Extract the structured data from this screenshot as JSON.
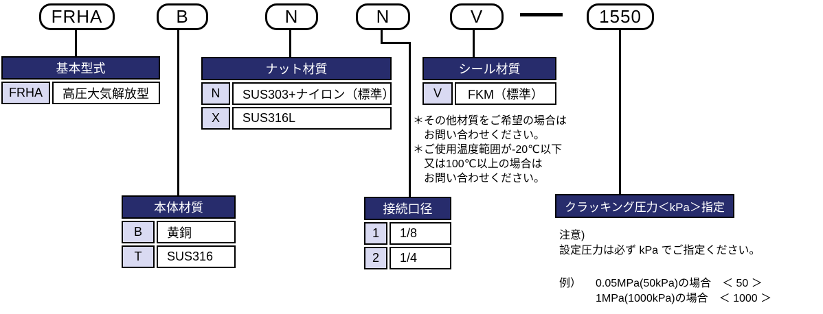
{
  "code": {
    "pills": [
      {
        "id": "basic-model",
        "label": "FRHA"
      },
      {
        "id": "body-material",
        "label": "B"
      },
      {
        "id": "nut-material",
        "label": "N"
      },
      {
        "id": "port-size",
        "label": "N"
      },
      {
        "id": "seal-material",
        "label": "V"
      },
      {
        "id": "cracking-pressure",
        "label": "1550"
      }
    ],
    "separator": "—"
  },
  "tables": {
    "basic_model": {
      "title": "基本型式",
      "rows": [
        {
          "code": "FRHA",
          "desc": "高圧大気解放型"
        }
      ]
    },
    "nut_material": {
      "title": "ナット材質",
      "rows": [
        {
          "code": "N",
          "desc": "SUS303+ナイロン（標準）"
        },
        {
          "code": "X",
          "desc": "SUS316L"
        }
      ]
    },
    "seal_material": {
      "title": "シール材質",
      "rows": [
        {
          "code": "V",
          "desc": "FKM（標準）"
        }
      ]
    },
    "body_material": {
      "title": "本体材質",
      "rows": [
        {
          "code": "B",
          "desc": "黄銅"
        },
        {
          "code": "T",
          "desc": "SUS316"
        }
      ]
    },
    "port_size": {
      "title": "接続口径",
      "rows": [
        {
          "code": "1",
          "desc": "1/8"
        },
        {
          "code": "2",
          "desc": "1/4"
        }
      ]
    },
    "cracking_pressure": {
      "title": "クラッキング圧力＜kPa＞指定"
    }
  },
  "notes": {
    "seal": {
      "lines": [
        "＊その他材質をご希望の場合は",
        "　お問い合わせください。",
        "＊ご使用温度範囲が-20℃以下",
        "　又は100℃以上の場合は",
        "　お問い合わせください。"
      ]
    },
    "pressure": {
      "caution_label": "注意)",
      "caution_text": "設定圧力は必ず kPa でご指定ください。",
      "example_label": "例）",
      "examples": [
        "0.05MPa(50kPa)の場合　＜ 50 ＞",
        "1MPa(1000kPa)の場合　＜ 1000 ＞"
      ]
    }
  },
  "colors": {
    "header_bg": "#272C6C",
    "header_text": "#FFFFFF",
    "code_cell_bg": "#D9DAF2",
    "line_color": "#000000"
  }
}
